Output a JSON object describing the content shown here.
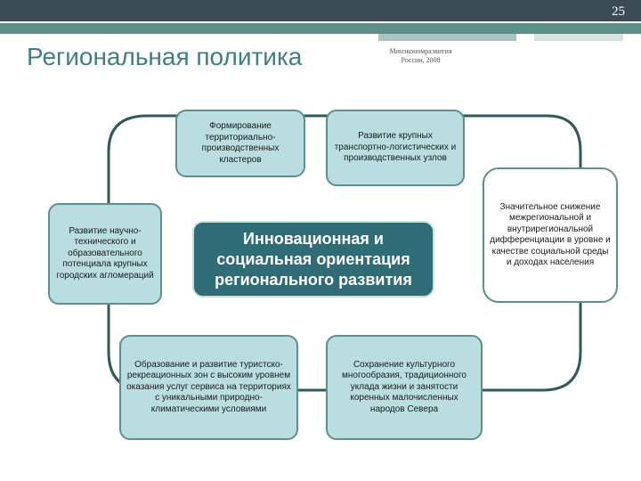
{
  "slide": {
    "page_number": "25",
    "title": "Региональная политика",
    "source_line1": "Минэкономразвития",
    "source_line2": "России, 2008"
  },
  "center": {
    "text": "Инновационная и социальная ориентация регионального развития"
  },
  "boxes": {
    "clusters": "Формирование территориально-производственных кластеров",
    "transport": "Развитие крупных транспортно-логистических и производственных узлов",
    "science": "Развитие научно-технического и образовательного потенциала крупных городских агломераций",
    "differentiation": "Значительное снижение межрегиональной и внутрирегиональной дифференциации в уровне и качестве социальной среды и доходах населения",
    "tourism": "Образование и развитие туристско-рекреационных зон с высоким уровнем оказания услуг сервиса на территориях с уникальными природно-климатическими условиями",
    "culture": "Сохранение культурного многообразия, традиционного уклада жизни и занятости коренных малочисленных народов Севера"
  },
  "colors": {
    "box_fill": "#b9dde0",
    "box_border": "#5f8f8c",
    "center_fill": "#2f6c76",
    "ring": "#2f5a5c",
    "title": "#3f7f80"
  }
}
